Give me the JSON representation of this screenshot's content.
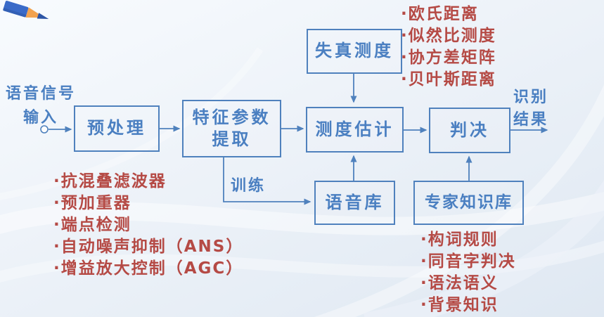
{
  "palette": {
    "box_border": "#4f81bd",
    "blue_text": "#4a7fc1",
    "red_text": "#b54a45",
    "background_top": "#f8fbfe",
    "background_bottom": "#dfe8f2"
  },
  "icons": {
    "pencil": "pencil-clipart"
  },
  "input_label": {
    "line1": "语音信号",
    "line2": "输入"
  },
  "output_label": {
    "line1": "识别",
    "line2": "结果"
  },
  "boxes": {
    "preprocess": {
      "label": "预处理"
    },
    "feature": {
      "line1": "特征参数",
      "line2": "提取"
    },
    "distortion": {
      "label": "失真测度"
    },
    "measure": {
      "label": "测度估计"
    },
    "decision": {
      "label": "判决"
    },
    "speech_db": {
      "label": "语音库"
    },
    "expert_kb": {
      "label": "专家知识库"
    }
  },
  "edge_labels": {
    "train": "训练"
  },
  "lists": {
    "distortion_measures": {
      "items": [
        "·欧氏距离",
        "·似然比测度",
        "·协方差矩阵",
        "·贝叶斯距离"
      ]
    },
    "preprocess_items": {
      "items": [
        "·抗混叠滤波器",
        "·预加重器",
        "·端点检测",
        "·自动噪声抑制（ANS）",
        "·增益放大控制（AGC）"
      ]
    },
    "knowledge_items": {
      "items": [
        "·构词规则",
        "·同音字判决",
        "·语法语义",
        "·背景知识"
      ]
    }
  }
}
